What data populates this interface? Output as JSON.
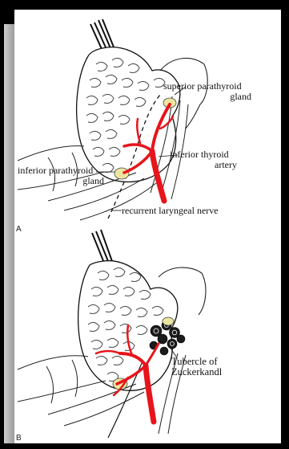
{
  "panel_a": {
    "letter": "A",
    "labels": {
      "superior_parathyroid_line1": "superior parathyroid",
      "superior_parathyroid_line2": "gland",
      "inferior_thyroid_line1": "inferior thyroid",
      "inferior_thyroid_line2": "artery",
      "inferior_parathyroid_line1": "inferior parathyroid",
      "inferior_parathyroid_line2": "gland",
      "recurrent_nerve": "recurrent  laryngeal nerve"
    }
  },
  "panel_b": {
    "letter": "B",
    "labels": {
      "tubercle_line1": "Tubercle of",
      "tubercle_line2": "Zuckerkandl"
    }
  },
  "colors": {
    "artery": "#e8141b",
    "gland": "#ece7a0",
    "frame": "#000000",
    "ink": "#1a1a1a"
  }
}
